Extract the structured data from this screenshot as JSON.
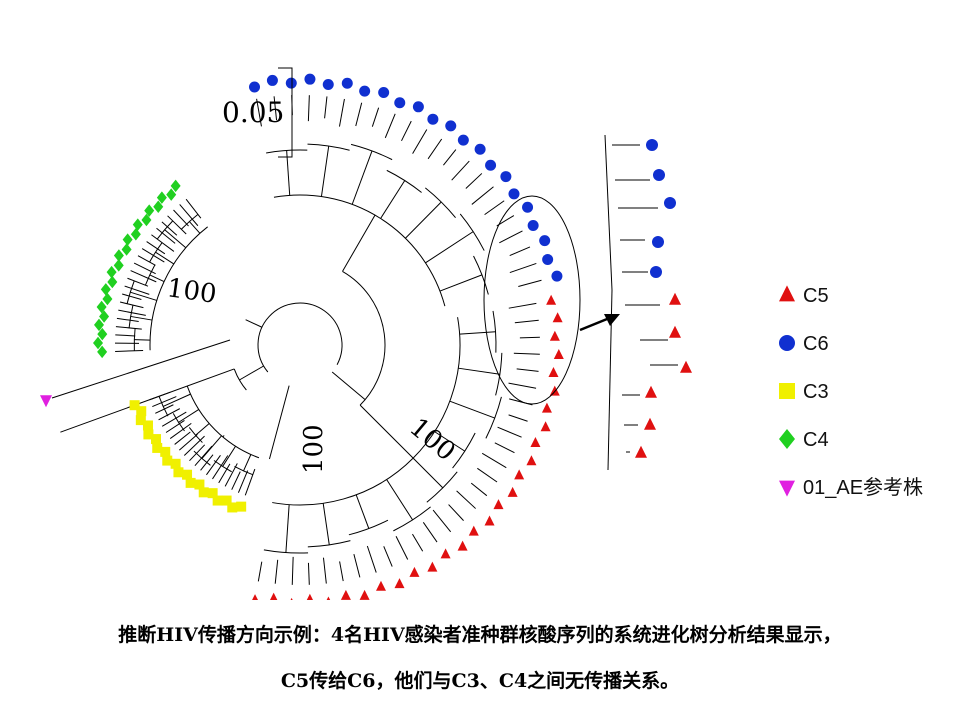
{
  "scale_bar": {
    "label": "0.05"
  },
  "bootstrap_labels": [
    "100",
    "100",
    "100"
  ],
  "legend": [
    {
      "label": "C5",
      "shape": "triangle-up",
      "color": "#e01010"
    },
    {
      "label": "C6",
      "shape": "circle",
      "color": "#1030d0"
    },
    {
      "label": "C3",
      "shape": "square",
      "color": "#f0f000"
    },
    {
      "label": "C4",
      "shape": "diamond",
      "color": "#20d020"
    },
    {
      "label": "01_AE参考株",
      "shape": "triangle-down",
      "color": "#e020e0"
    }
  ],
  "caption": {
    "line1": "推断HIV传播方向示例：4名HIV感染者准种群核酸序列的系统进化树分析结果显示，",
    "line2": "C5传给C6，他们与C3、C4之间无传播关系。"
  }
}
